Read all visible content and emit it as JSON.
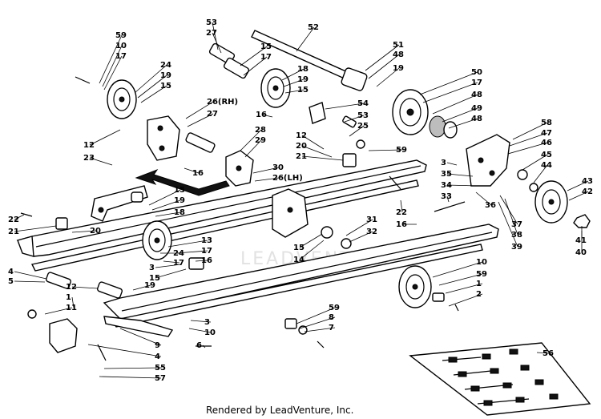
{
  "credit": "Rendered by LeadVenture, Inc.",
  "watermark": "LEADVENTURE",
  "callouts": [
    "59",
    "10",
    "17",
    "24",
    "19",
    "15",
    "53",
    "27",
    "15",
    "17",
    "18",
    "19",
    "15",
    "16",
    "52",
    "51",
    "48",
    "19",
    "50",
    "17",
    "48",
    "49",
    "48",
    "26(RH)",
    "27",
    "12",
    "23",
    "16",
    "28",
    "29",
    "30",
    "26(LH)",
    "54",
    "53",
    "25",
    "12",
    "20",
    "21",
    "59",
    "58",
    "47",
    "46",
    "45",
    "44",
    "3",
    "35",
    "34",
    "33",
    "43",
    "42",
    "36",
    "37",
    "38",
    "39",
    "41",
    "40",
    "22",
    "16",
    "15",
    "19",
    "18",
    "22",
    "21",
    "20",
    "31",
    "32",
    "15",
    "14",
    "13",
    "17",
    "16",
    "3",
    "15",
    "19",
    "24",
    "17",
    "10",
    "59",
    "1",
    "2",
    "3",
    "4",
    "5",
    "12",
    "1",
    "11",
    "10",
    "59",
    "8",
    "7",
    "9",
    "4",
    "6",
    "55",
    "57",
    "56"
  ]
}
